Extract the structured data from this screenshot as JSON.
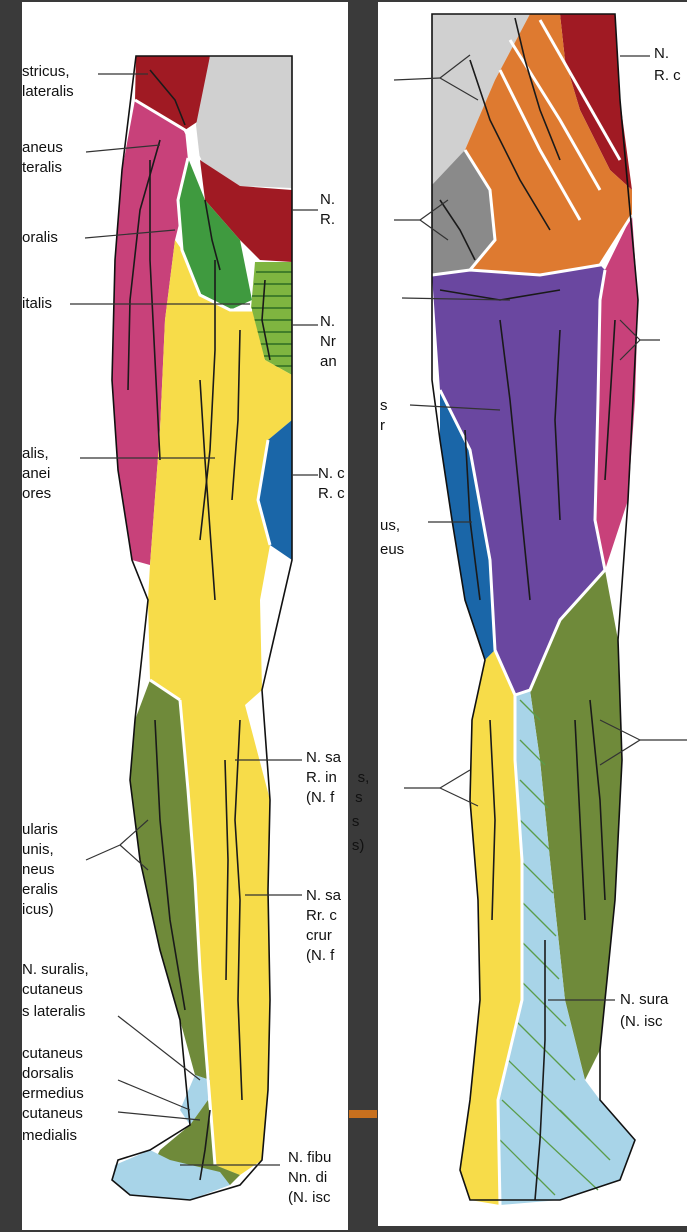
{
  "colors": {
    "background": "#3a3a3a",
    "panel": "#ffffff",
    "red": "#a01a23",
    "magenta": "#c8417a",
    "green": "#3f9a3f",
    "striped_green": "#7fb540",
    "yellow": "#f7dc49",
    "blue": "#1a66a8",
    "olive": "#6f8a3a",
    "grey": "#d0d0d0",
    "dark_grey": "#8a8a8a",
    "orange": "#de7a30",
    "purple": "#6a47a0",
    "light_blue": "#a8d4e8",
    "nerve": "#1a1a1a"
  },
  "left_panel": {
    "labels": [
      {
        "id": "l1",
        "lines": [
          "stricus,",
          "lateralis"
        ]
      },
      {
        "id": "l2",
        "lines": [
          "aneus",
          "teralis"
        ]
      },
      {
        "id": "l3",
        "lines": [
          "oralis"
        ]
      },
      {
        "id": "l4",
        "lines": [
          "italis"
        ]
      },
      {
        "id": "l5",
        "lines": [
          "alis,",
          "anei",
          "ores"
        ]
      },
      {
        "id": "l6",
        "lines": [
          "ularis",
          "unis,",
          "neus",
          "eralis",
          "icus)"
        ]
      },
      {
        "id": "l7",
        "lines": [
          "N. suralis,",
          "cutaneus",
          "s lateralis"
        ]
      },
      {
        "id": "l8",
        "lines": [
          "cutaneus",
          "dorsalis",
          "ermedius",
          "cutaneus",
          "medialis"
        ]
      },
      {
        "id": "r1",
        "lines": [
          "N.",
          "R."
        ]
      },
      {
        "id": "r2",
        "lines": [
          "N.",
          "Nr",
          "an"
        ]
      },
      {
        "id": "r3",
        "lines": [
          "N. c",
          "R. c"
        ]
      },
      {
        "id": "r4",
        "lines": [
          "N. sa",
          "R. in     s,",
          "(N. f     s",
          "           s",
          "           s)"
        ]
      },
      {
        "id": "r5",
        "lines": [
          "N. sa",
          "Rr. c",
          "crur",
          "(N. f"
        ]
      },
      {
        "id": "r6",
        "lines": [
          "N. fibu",
          "Nn. di",
          "(N. isc"
        ]
      }
    ]
  },
  "right_panel": {
    "labels": [
      {
        "id": "a1",
        "lines": [
          "N.",
          "R. c"
        ]
      },
      {
        "id": "a2",
        "lines": [
          "s",
          "r"
        ]
      },
      {
        "id": "a3",
        "lines": [
          "us,",
          "eus"
        ]
      },
      {
        "id": "a4",
        "lines": [
          "N. sura",
          "(N. isc"
        ]
      }
    ]
  }
}
